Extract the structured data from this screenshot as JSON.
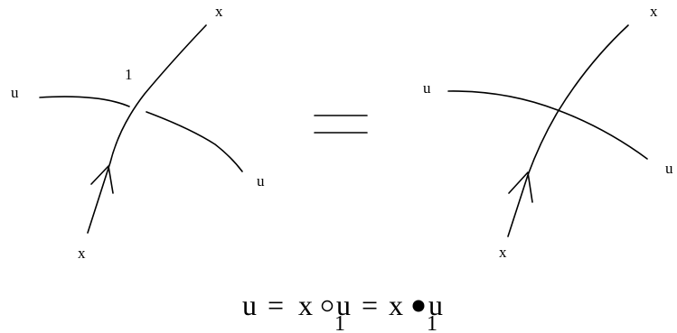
{
  "left_diagram": {
    "labels": {
      "x_top": "x",
      "x_bottom": "x",
      "u_left": "u",
      "u_right": "u",
      "crossing": "1"
    }
  },
  "right_diagram": {
    "labels": {
      "x_top": "x",
      "x_bottom": "x",
      "u_left": "u",
      "u_right": "u"
    }
  },
  "formula": {
    "lhs": "u",
    "eq1": "=",
    "x1": "x",
    "u1": "u",
    "sub1": "1",
    "eq2": "=",
    "x2": "x",
    "u2": "u",
    "sub2": "1"
  }
}
